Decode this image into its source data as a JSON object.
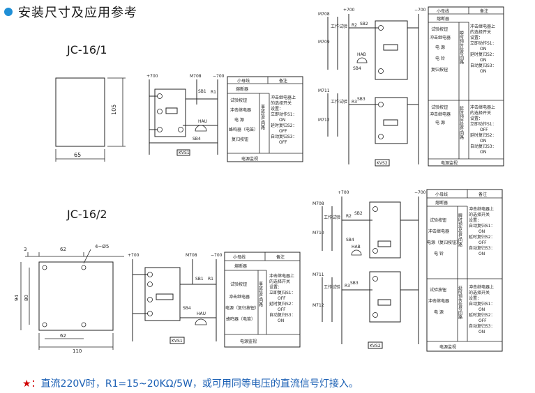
{
  "header": {
    "title": "安装尺寸及应用参考"
  },
  "models": {
    "m1": "JC-16/1",
    "m2": "JC-16/2"
  },
  "dims": {
    "m1_width": "65",
    "m1_height": "105",
    "m2_total": "110",
    "m2_inner": "62",
    "m2_top": "62",
    "m2_edge": "3",
    "m2_hole": "4−Ø5",
    "m2_h1": "94",
    "m2_h2": "80"
  },
  "buses": {
    "pos": "+700",
    "neg": "−700",
    "m708": "M708",
    "m709": "M709",
    "m710": "M710",
    "m711": "M711",
    "m712": "M712"
  },
  "labels": {
    "sb1": "SB1",
    "sb2": "SB2",
    "sb3": "SB3",
    "sb4": "SB4",
    "r1": "R1",
    "r2": "R2",
    "r3": "R3",
    "hau": "HAU",
    "hab": "HAB",
    "kvs1": "KVS1",
    "kvs2": "KVS2",
    "work": "工作",
    "test": "试验"
  },
  "table1": {
    "head": [
      "小母线",
      "备注"
    ],
    "rows": [
      "熔断器",
      "试验按钮",
      "冲击继电器",
      "电  源",
      "蜂鸣器（电笛）",
      "复归按钮",
      "电源监视"
    ],
    "mid": "事故信号回路",
    "note": [
      "冲击继电器上",
      "的选择开关",
      "设置：",
      "立即动作S1：",
      "ON",
      "延时复归S2：",
      "OFF",
      "自动复归S3：",
      "OFF"
    ]
  },
  "table2": {
    "head": [
      "小母线",
      "备注"
    ],
    "rows": [
      "熔断器",
      "试验按钮",
      "冲击继电器",
      "电源（复归按钮）",
      "蜂鸣器（电笛）",
      "电源监视"
    ],
    "mid": "事故信号回路",
    "note": [
      "冲击继电器上",
      "的选择开关",
      "设置：",
      "立即复归S1：",
      "OFF",
      "延时复归S2：",
      "OFF",
      "自动复归S3：",
      "ON"
    ]
  },
  "table3": {
    "head": [
      "小母线",
      "备注"
    ],
    "rows_a": [
      "熔断器",
      "试验按钮",
      "冲击继电器",
      "电  源",
      "电  铃",
      "复归按钮"
    ],
    "mid_a": "瞬时预告信号回路",
    "note_a": [
      "冲击继电器上",
      "的选择开关",
      "设置：",
      "立即动作S1：",
      "ON",
      "延时复归S2：",
      "ON",
      "自动复归S3：",
      "ON"
    ],
    "rows_b": [
      "试验按钮",
      "冲击继电器",
      "电  源",
      "电源监视"
    ],
    "mid_b": "延时预告信号回路",
    "note_b": [
      "冲击继电器上",
      "的选择开关",
      "设置：",
      "立即动作S1：",
      "OFF",
      "延时复归S2：",
      "ON",
      "自动复归S3：",
      "ON"
    ]
  },
  "table4": {
    "head": [
      "小母线",
      "备注"
    ],
    "rows_a": [
      "熔断器",
      "试验按钮",
      "冲击继电器",
      "电源（复归按钮）",
      "电  铃"
    ],
    "mid_a": "瞬时预告信号回路",
    "note_a": [
      "冲击继电器上",
      "的选择开关",
      "设置：",
      "自动复归S1：",
      "ON",
      "延时复归S2：",
      "OFF",
      "自动复归S3：",
      "ON"
    ],
    "rows_b": [
      "试验按钮",
      "冲击继电器",
      "电  源",
      "电源监视"
    ],
    "mid_b": "延时预告信号回路",
    "note_b": [
      "冲击继电器上",
      "的选择开关",
      "设置：",
      "自动复归S1：",
      "ON",
      "延时复归S2：",
      "OFF",
      "自动复归S3：",
      "ON"
    ]
  },
  "footnote": {
    "star": "★：",
    "text": "直流220V时，R1=15~20KΩ/5W，或可用同等电压的直流信号灯接入。"
  }
}
